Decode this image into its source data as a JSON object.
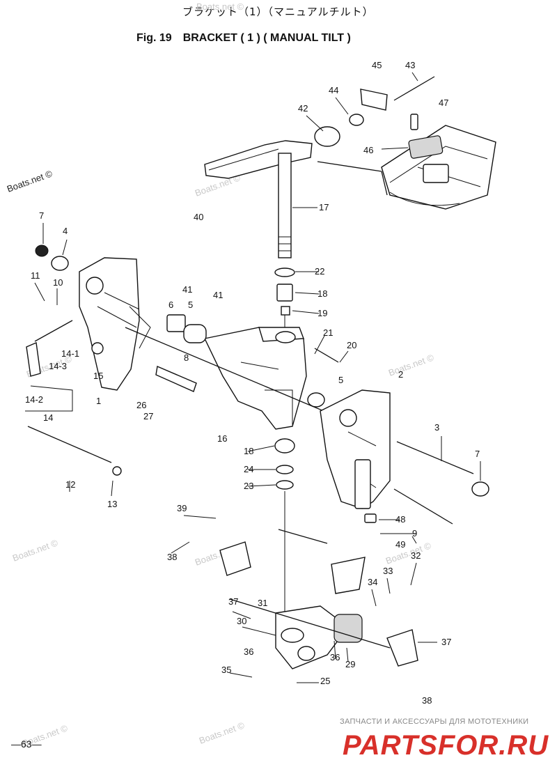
{
  "title": {
    "japanese": "ブラケット（1）（マニュアルチルト）",
    "figure": "Fig. 19",
    "english": "BRACKET ( 1 ) ( MANUAL TILT )"
  },
  "watermark": "Boats.net ©",
  "page_number": "—63—",
  "footer": {
    "subtitle": "ЗАПЧАСТИ И АКСЕССУАРЫ ДЛЯ МОТОТЕХНИКИ",
    "logo": "PARTSFOR.RU",
    "logo_color": "#d8302a"
  },
  "callouts": [
    "45",
    "43",
    "44",
    "47",
    "42",
    "46",
    "17",
    "40",
    "7",
    "4",
    "11",
    "10",
    "41",
    "41",
    "6",
    "5",
    "22",
    "18",
    "19",
    "21",
    "20",
    "8",
    "14-1",
    "14-3",
    "14-2",
    "14",
    "15",
    "1",
    "26",
    "27",
    "5",
    "2",
    "16",
    "3",
    "7",
    "18",
    "24",
    "23",
    "12",
    "13",
    "48",
    "9",
    "49",
    "39",
    "38",
    "32",
    "33",
    "34",
    "37",
    "31",
    "30",
    "36",
    "36",
    "29",
    "37",
    "35",
    "25",
    "38"
  ]
}
